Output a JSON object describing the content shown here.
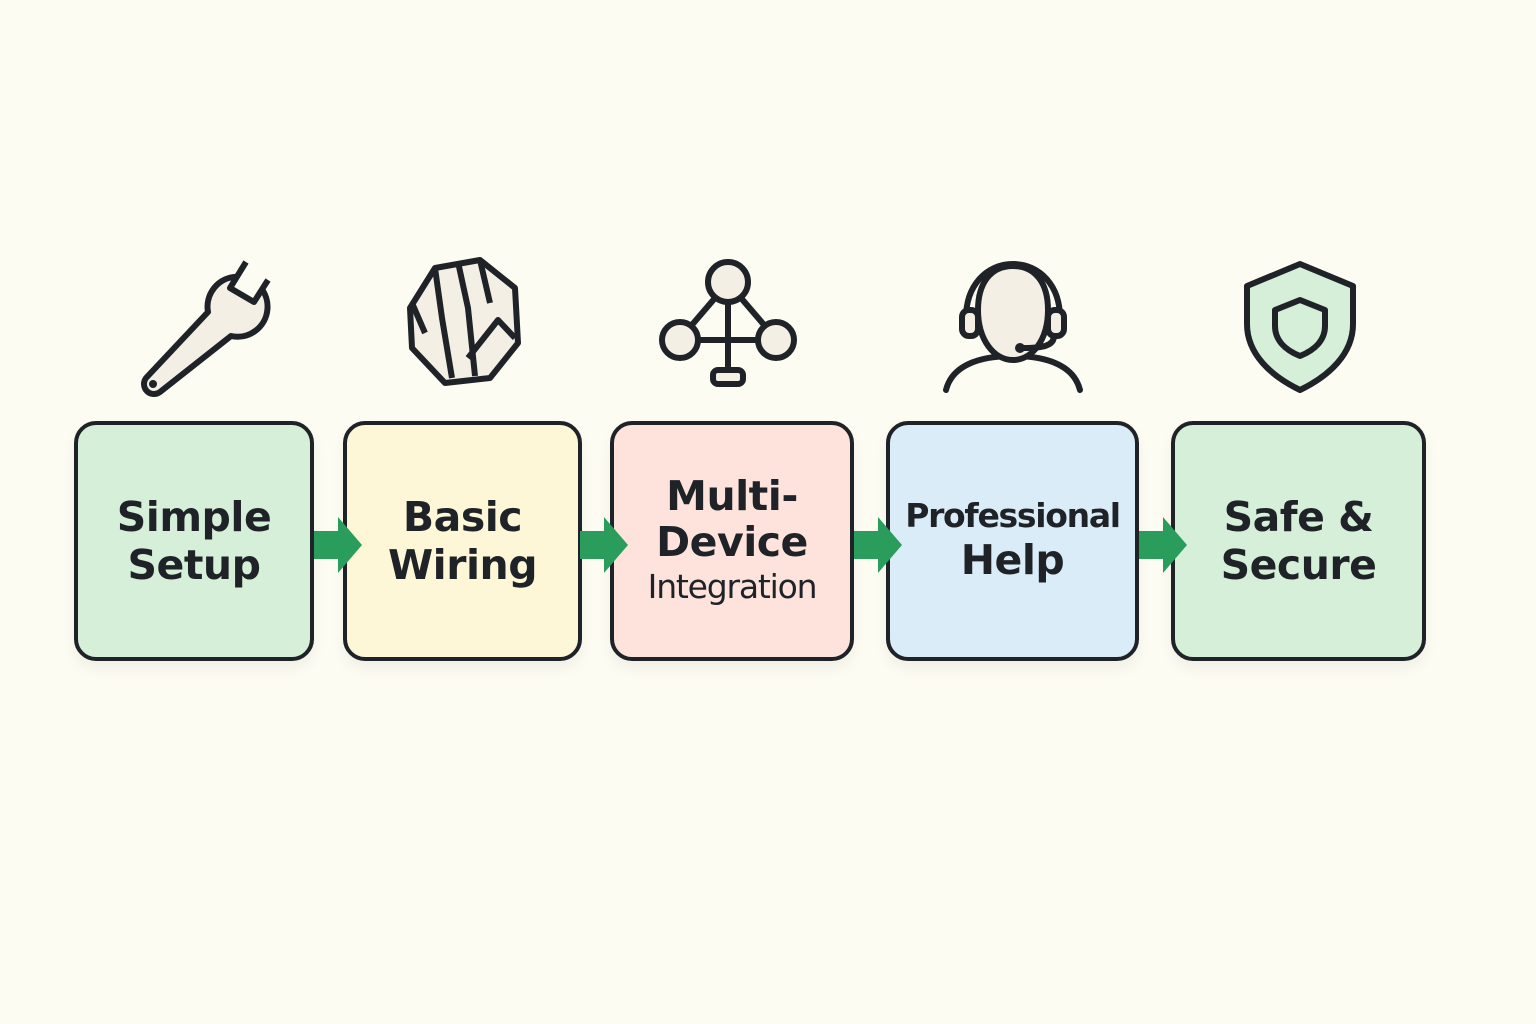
{
  "colors": {
    "background": "#fdfcf3",
    "outline": "#1f2328",
    "arrow": "#2a9d5c",
    "step_fills": [
      "#d6efd9",
      "#fdf7d8",
      "#fde3dc",
      "#d9ecf8",
      "#d6efd9"
    ]
  },
  "steps": [
    {
      "icon": "wrench-icon",
      "lines": [
        "Simple",
        "Setup"
      ]
    },
    {
      "icon": "cable-plug-icon",
      "lines": [
        "Basic",
        "Wiring"
      ]
    },
    {
      "icon": "network-nodes-icon",
      "lines": [
        "Multi-",
        "Device",
        "Integration"
      ]
    },
    {
      "icon": "headset-support-icon",
      "lines": [
        "Professional",
        "Help"
      ]
    },
    {
      "icon": "shield-icon",
      "lines": [
        "Safe &",
        "Secure"
      ]
    }
  ],
  "arrows": [
    "right-arrow",
    "right-arrow",
    "right-arrow",
    "right-arrow"
  ]
}
